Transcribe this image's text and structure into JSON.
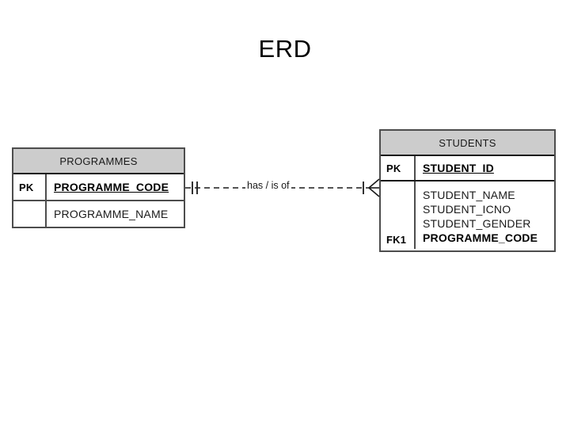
{
  "slide": {
    "title": "ERD",
    "background_color": "#ffffff",
    "header_fill": "#cccccc",
    "border_color": "#4d4d4d",
    "text_color": "#000000"
  },
  "entities": [
    {
      "name": "PROGRAMMES",
      "rows": [
        {
          "key": "PK",
          "attributes": [
            {
              "text": "PROGRAMME_CODE",
              "style": "pk"
            }
          ]
        },
        {
          "key": "",
          "attributes": [
            {
              "text": "PROGRAMME_NAME",
              "style": "normal"
            }
          ]
        }
      ]
    },
    {
      "name": "STUDENTS",
      "rows": [
        {
          "key": "PK",
          "attributes": [
            {
              "text": "STUDENT_ID",
              "style": "pk"
            }
          ]
        },
        {
          "key": "FK1",
          "attributes": [
            {
              "text": "STUDENT_NAME",
              "style": "normal"
            },
            {
              "text": "STUDENT_ICNO",
              "style": "normal"
            },
            {
              "text": "STUDENT_GENDER",
              "style": "normal"
            },
            {
              "text": "PROGRAMME_CODE",
              "style": "fk"
            }
          ]
        }
      ]
    }
  ],
  "relationship": {
    "label": "has / is of",
    "line_style": "dashed",
    "from_entity": "PROGRAMMES",
    "to_entity": "STUDENTS",
    "from_cardinality": "one-and-only-one",
    "to_cardinality": "one-to-many"
  }
}
